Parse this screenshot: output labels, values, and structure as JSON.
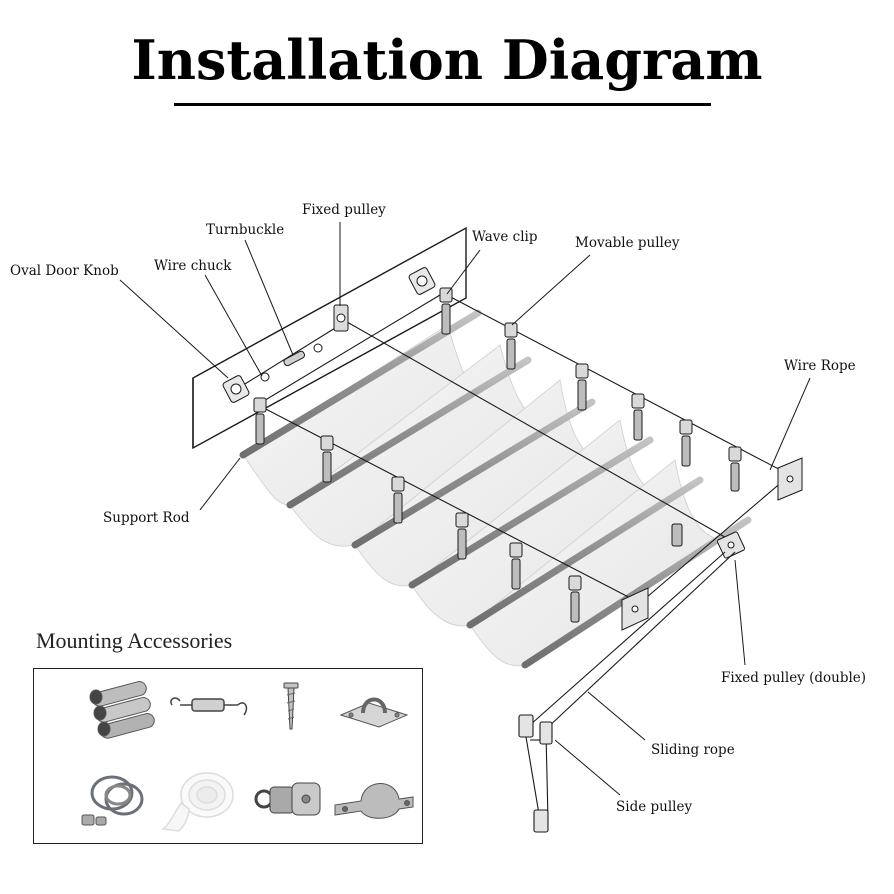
{
  "title": "Installation Diagram",
  "labels": {
    "oval_door_knob": "Oval Door Knob",
    "wire_chuck": "Wire chuck",
    "turnbuckle": "Turnbuckle",
    "fixed_pulley": "Fixed pulley",
    "wave_clip": "Wave clip",
    "movable_pulley": "Movable pulley",
    "wire_rope": "Wire Rope",
    "support_rod": "Support Rod",
    "fixed_pulley_double": "Fixed pulley (double)",
    "sliding_rope": "Sliding rope",
    "side_pulley": "Side pulley"
  },
  "accessories": {
    "title": "Mounting Accessories",
    "items": [
      {
        "icon": "steel-tubes-icon"
      },
      {
        "icon": "turnbuckle-icon"
      },
      {
        "icon": "screw-icon"
      },
      {
        "icon": "pad-eye-plate-icon"
      },
      {
        "icon": "wire-rope-coil-icon"
      },
      {
        "icon": "canopy-fabric-roll-icon"
      },
      {
        "icon": "pulley-clip-icon"
      },
      {
        "icon": "pipe-clamp-icon"
      }
    ]
  },
  "colors": {
    "rod": "#9a9a9a",
    "fabric": "#f1f1f1",
    "line": "#1a1a1a",
    "metal": "#b9b9b9"
  }
}
